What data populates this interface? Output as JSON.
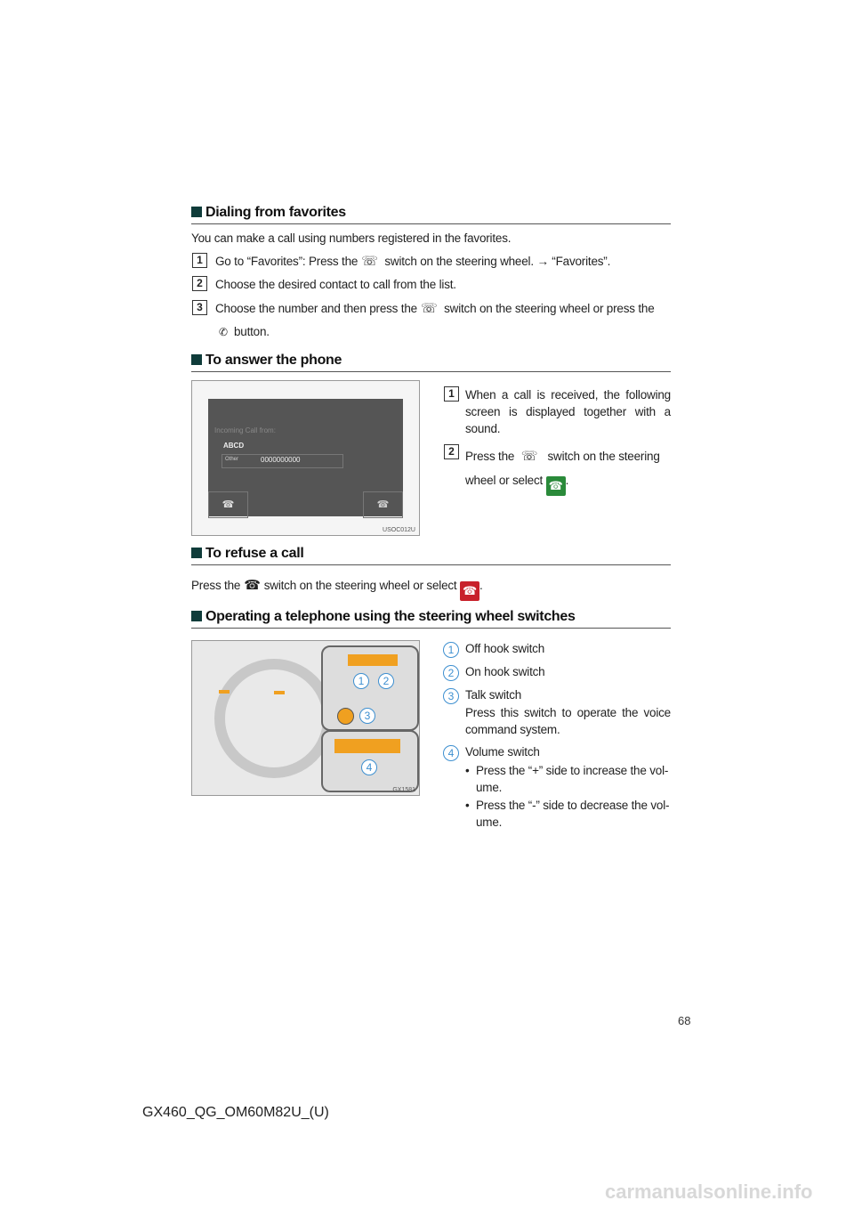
{
  "sections": {
    "favorites": {
      "title": "Dialing from favorites",
      "intro": "You can make a call using numbers registered in the favorites.",
      "steps": [
        {
          "num": "1",
          "before": "Go to “Favorites”: Press the",
          "after": "switch on the steering wheel. → “Favorites”."
        },
        {
          "num": "2",
          "text": "Choose the desired contact to call from the list."
        },
        {
          "num": "3",
          "before": "Choose the number and then press the",
          "after": "switch on the steering wheel or press the",
          "after2": "button."
        }
      ]
    },
    "answer": {
      "title": "To answer the phone",
      "screen": {
        "header": "Incoming Call from:",
        "name": "ABCD",
        "type": "Other",
        "number": "0000000000",
        "code": "USOC012U"
      },
      "steps": [
        {
          "num": "1",
          "text": "When a call is received, the following screen is displayed together with a sound."
        },
        {
          "num": "2",
          "before": "Press the",
          "after": "switch on the steering wheel or select",
          "end": "."
        }
      ]
    },
    "refuse": {
      "title": "To refuse a call",
      "before": "Press the",
      "after": "switch on the steering wheel or select",
      "end": "."
    },
    "steering": {
      "title": "Operating a telephone using the steering wheel switches",
      "figure_code": "GX1581",
      "items": [
        {
          "num": "1",
          "label": "Off hook switch"
        },
        {
          "num": "2",
          "label": "On hook switch"
        },
        {
          "num": "3",
          "label": "Talk switch",
          "desc": "Press this switch to operate the voice command system."
        },
        {
          "num": "4",
          "label": "Volume switch",
          "bullets": [
            "Press the “+” side to increase the vol-ume.",
            "Press the “-” side to decrease the vol-ume."
          ]
        }
      ]
    }
  },
  "footer": {
    "page_number": "68",
    "doc_code": "GX460_QG_OM60M82U_(U)",
    "watermark": "carmanualsonline.info"
  },
  "colors": {
    "heading_square": "#0f3c3a",
    "callout": "#3d8fd0",
    "answer_green": "#2a8a3a",
    "refuse_red": "#c8202a"
  }
}
